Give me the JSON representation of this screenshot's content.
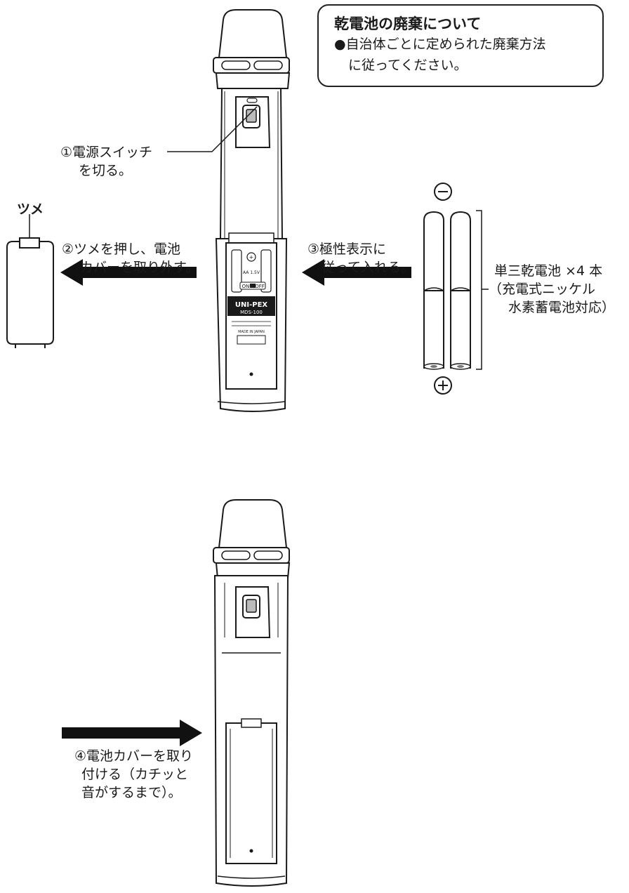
{
  "notice": {
    "title": "乾電池の廃棄について",
    "line1": "●自治体ごとに定められた廃棄方法",
    "line2": "に従ってください。"
  },
  "step1": {
    "line1": "①電源スイッチ",
    "line2": "を切る。"
  },
  "step2": {
    "line1": "②ツメを押し、電池",
    "line2": "カバーを取り外す。"
  },
  "step3": {
    "line1": "③極性表示に",
    "line2": "従って入れる。"
  },
  "step4": {
    "line1": "④電池カバーを取り",
    "line2": "付ける（カチッと",
    "line3": "音がするまで）。"
  },
  "battery": {
    "line1": "単三乾電池 ×4 本",
    "line2": "（充電式ニッケル",
    "line3": "水素蓄電池対応）"
  },
  "tsume_label": "ツメ",
  "mic": {
    "brand": "UNI-PEX",
    "model": "MDS-100",
    "switch_on": "ON",
    "switch_off": "OFF",
    "made_in": "MADE IN JAPAN"
  },
  "polarity": {
    "minus": "−",
    "plus": "+"
  },
  "colors": {
    "stroke": "#1a1a1a",
    "fill": "#ffffff",
    "arrow": "#111111"
  }
}
